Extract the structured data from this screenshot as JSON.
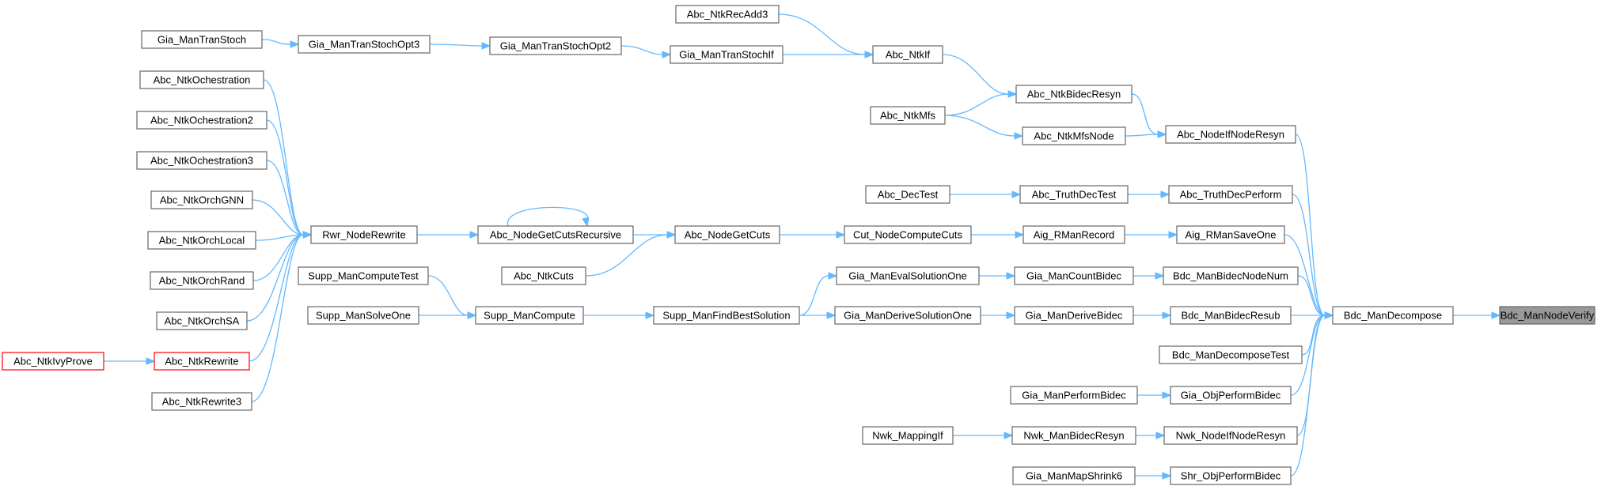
{
  "colors": {
    "edge": "#63b8ff",
    "node_border": "#666666",
    "node_fill": "#ffffff",
    "highlight_border": "#ff0000",
    "focus_fill": "#999999"
  },
  "nodes": {
    "bdc_mannodeverify": "Bdc_ManNodeVerify",
    "bdc_mandecompose": "Bdc_ManDecompose",
    "abc_nodeifnoderesyn": "Abc_NodeIfNodeResyn",
    "abc_truthdecperform": "Abc_TruthDecPerform",
    "aig_rmansaveone": "Aig_RManSaveOne",
    "bdc_manbidecnodenum": "Bdc_ManBidecNodeNum",
    "bdc_manbidecresub": "Bdc_ManBidecResub",
    "bdc_mandecomposetest": "Bdc_ManDecomposeTest",
    "gia_objperformbidec": "Gia_ObjPerformBidec",
    "nwk_nodeifnoderesyn": "Nwk_NodeIfNodeResyn",
    "shr_objperformbidec": "Shr_ObjPerformBidec",
    "abc_ntkbidecresyn": "Abc_NtkBidecResyn",
    "abc_ntkmfsnode": "Abc_NtkMfsNode",
    "abc_truthdectest": "Abc_TruthDecTest",
    "aig_rmanrecord": "Aig_RManRecord",
    "gia_mancountbidec": "Gia_ManCountBidec",
    "gia_manderivebidec": "Gia_ManDeriveBidec",
    "gia_manperformbidec": "Gia_ManPerformBidec",
    "nwk_manbidecresyn": "Nwk_ManBidecResyn",
    "gia_manmapshrink6": "Gia_ManMapShrink6",
    "abc_ntkif": "Abc_NtkIf",
    "abc_ntkrecadd3": "Abc_NtkRecAdd3",
    "gia_mantranstochif": "Gia_ManTranStochIf",
    "gia_mantranstochopt2": "Gia_ManTranStochOpt2",
    "gia_mantranstochopt3": "Gia_ManTranStochOpt3",
    "gia_mantranstoch": "Gia_ManTranStoch",
    "abc_ntkmfs": "Abc_NtkMfs",
    "abc_dectest": "Abc_DecTest",
    "cut_nodecomputecuts": "Cut_NodeComputeCuts",
    "abc_nodegetcuts": "Abc_NodeGetCuts",
    "abc_nodegetcutsrecursive": "Abc_NodeGetCutsRecursive",
    "abc_ntkcuts": "Abc_NtkCuts",
    "rwr_noderewrite": "Rwr_NodeRewrite",
    "abc_ntkochestration": "Abc_NtkOchestration",
    "abc_ntkochestration2": "Abc_NtkOchestration2",
    "abc_ntkochestration3": "Abc_NtkOchestration3",
    "abc_ntkorchgnn": "Abc_NtkOrchGNN",
    "abc_ntkorchlocal": "Abc_NtkOrchLocal",
    "abc_ntkorchrand": "Abc_NtkOrchRand",
    "abc_ntkorchsa": "Abc_NtkOrchSA",
    "abc_ntkrewrite": "Abc_NtkRewrite",
    "abc_ntkivyprove": "Abc_NtkIvyProve",
    "abc_ntkrewrite3": "Abc_NtkRewrite3",
    "gia_manevalsolutionone": "Gia_ManEvalSolutionOne",
    "gia_manderivesolutionone": "Gia_ManDeriveSolutionOne",
    "supp_manfindbestsolution": "Supp_ManFindBestSolution",
    "supp_mancompute": "Supp_ManCompute",
    "supp_mancomputetest": "Supp_ManComputeTest",
    "supp_mansolveone": "Supp_ManSolveOne",
    "nwk_mappingif": "Nwk_MappingIf"
  }
}
